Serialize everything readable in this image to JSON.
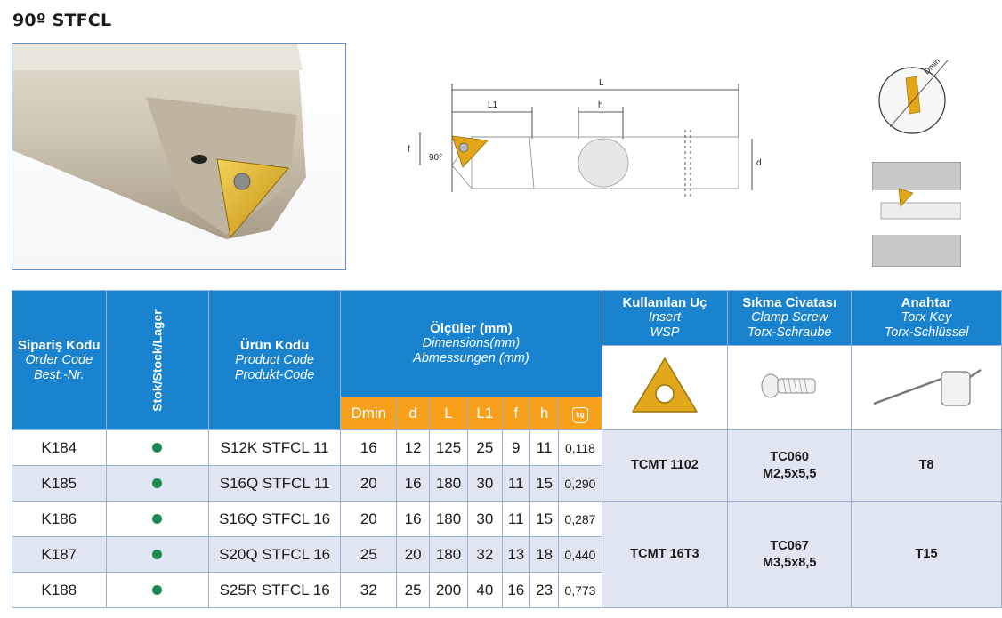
{
  "title": "90º STFCL",
  "drawing": {
    "label_L": "L",
    "label_L1": "L1",
    "label_h": "h",
    "label_f": "f",
    "label_d": "d",
    "label_angle": "90°",
    "label_dmin": "Dmin"
  },
  "table": {
    "headers": {
      "order_code": {
        "main": "Sipariş Kodu",
        "en": "Order Code",
        "de": "Best.-Nr."
      },
      "stock": {
        "bold": "Stok",
        "rest": "/Stock/Lager"
      },
      "product_code": {
        "main": "Ürün Kodu",
        "en": "Product Code",
        "de": "Produkt-Code"
      },
      "dimensions": {
        "main": "Ölçüler (mm)",
        "en": "Dimensions(mm)",
        "de": "Abmessungen (mm)"
      },
      "insert": {
        "main": "Kullanılan Uç",
        "en": "Insert",
        "de": "WSP"
      },
      "screw": {
        "main": "Sıkma Civatası",
        "en": "Clamp Screw",
        "de": "Torx-Schraube"
      },
      "key": {
        "main": "Anahtar",
        "en": "Torx Key",
        "de": "Torx-Schlüssel"
      },
      "dim_cols": [
        "Dmin",
        "d",
        "L",
        "L1",
        "f",
        "h"
      ],
      "weight_icon": "kg"
    },
    "rows": [
      {
        "order": "K184",
        "product": "S12K STFCL 11",
        "dmin": "16",
        "d": "12",
        "L": "125",
        "L1": "25",
        "f": "9",
        "h": "11",
        "weight": "0,118"
      },
      {
        "order": "K185",
        "product": "S16Q STFCL 11",
        "dmin": "20",
        "d": "16",
        "L": "180",
        "L1": "30",
        "f": "11",
        "h": "15",
        "weight": "0,290"
      },
      {
        "order": "K186",
        "product": "S16Q STFCL 16",
        "dmin": "20",
        "d": "16",
        "L": "180",
        "L1": "30",
        "f": "11",
        "h": "15",
        "weight": "0,287"
      },
      {
        "order": "K187",
        "product": "S20Q STFCL 16",
        "dmin": "25",
        "d": "20",
        "L": "180",
        "L1": "32",
        "f": "13",
        "h": "18",
        "weight": "0,440"
      },
      {
        "order": "K188",
        "product": "S25R STFCL 16",
        "dmin": "32",
        "d": "25",
        "L": "200",
        "L1": "40",
        "f": "16",
        "h": "23",
        "weight": "0,773"
      }
    ],
    "groups": [
      {
        "insert": "TCMT 1102",
        "screw_code": "TC060",
        "screw_size": "M2,5x5,5",
        "key": "T8"
      },
      {
        "insert": "TCMT 16T3",
        "screw_code": "TC067",
        "screw_size": "M3,5x8,5",
        "key": "T15"
      }
    ]
  },
  "colors": {
    "header_blue": "#1a83cf",
    "header_orange": "#f6a01c",
    "row_alt": "#dfe6f2",
    "stock_dot": "#1c8a55",
    "insert_gold": "#e0a81a"
  }
}
